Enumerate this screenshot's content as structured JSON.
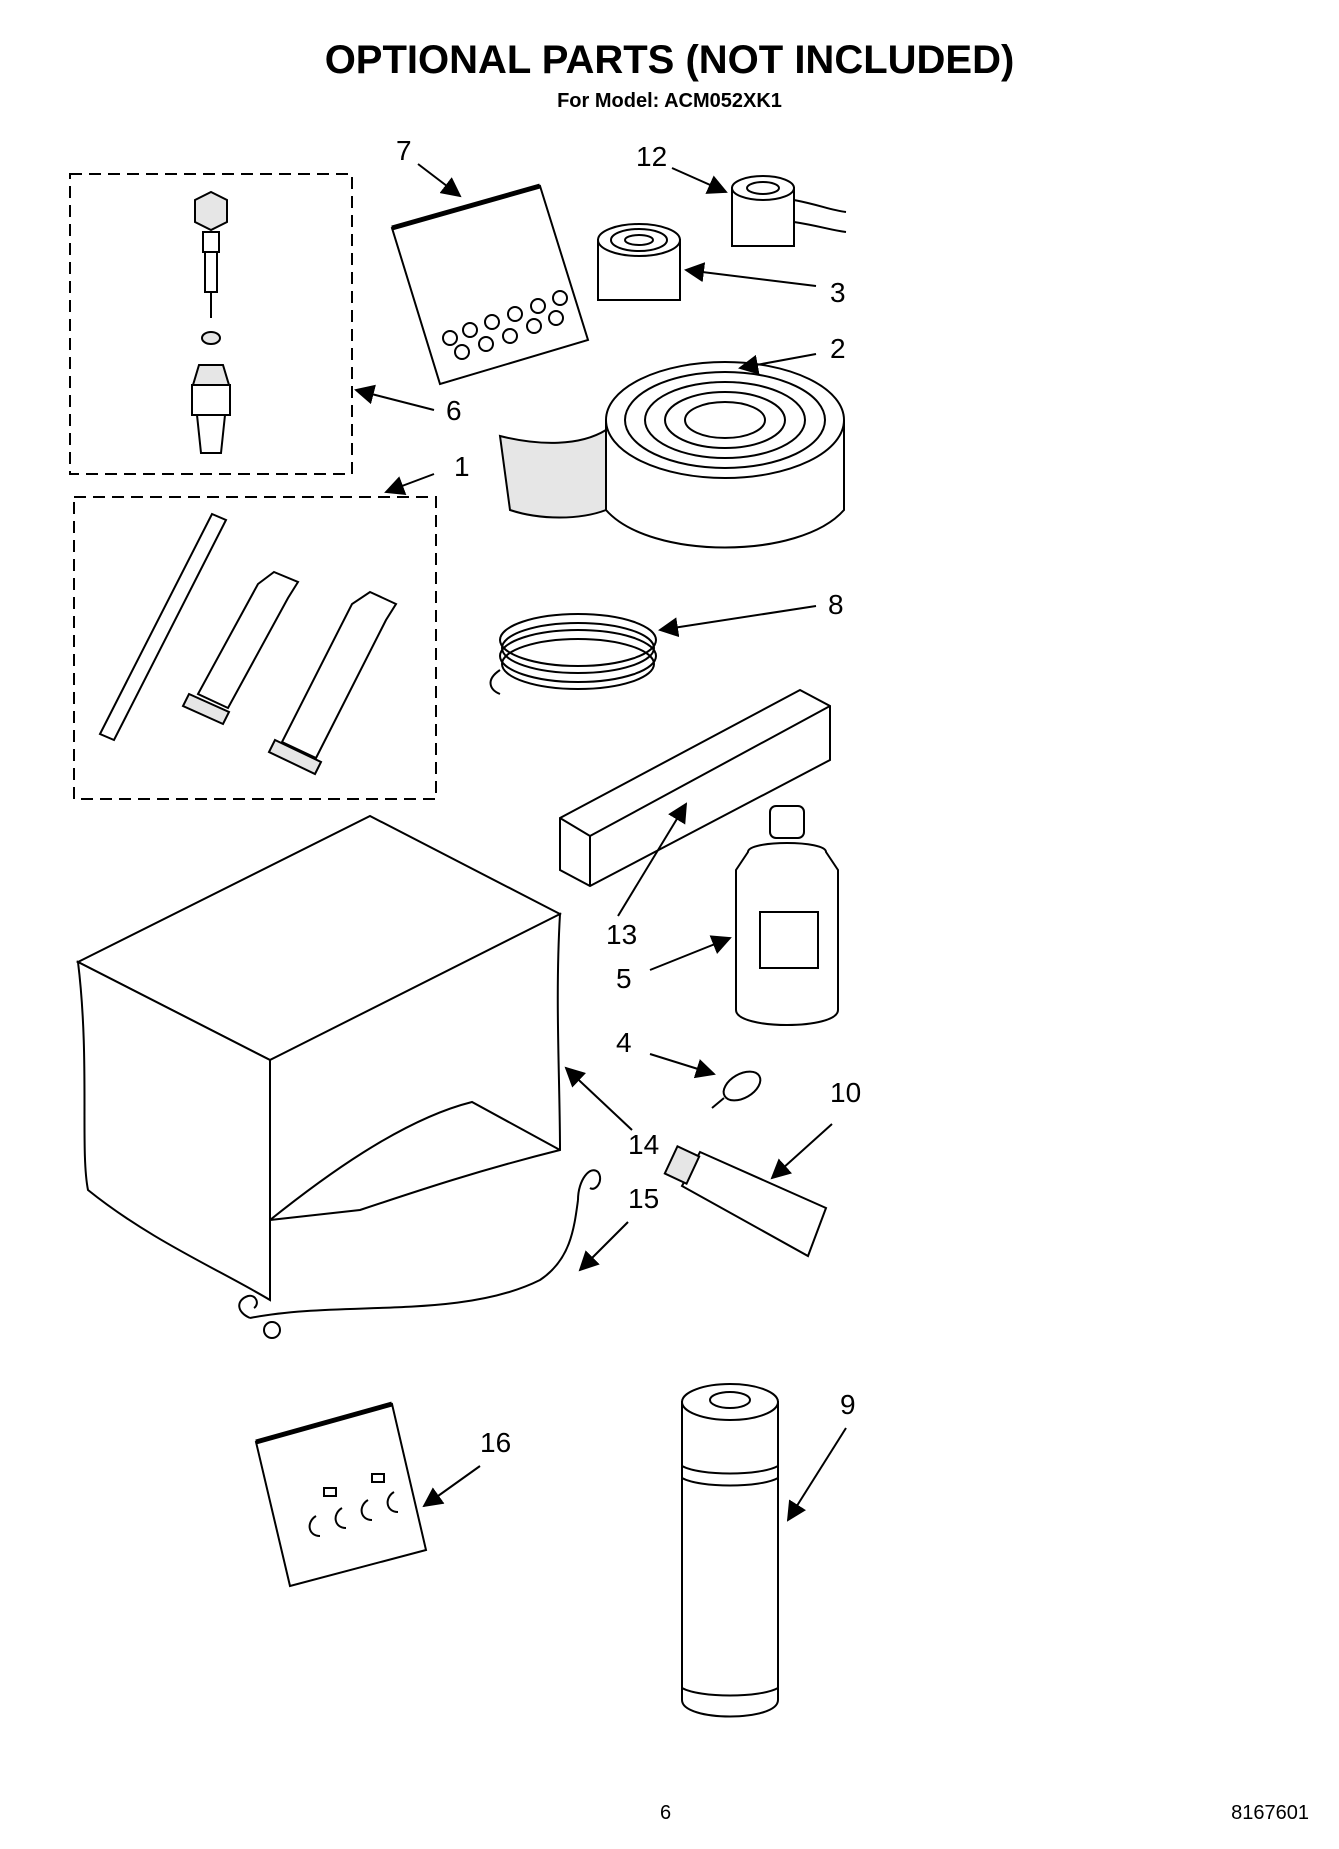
{
  "header": {
    "title": "OPTIONAL PARTS (NOT INCLUDED)",
    "model_line": "For Model: ACM052XK1"
  },
  "callouts": [
    "1",
    "2",
    "3",
    "4",
    "5",
    "6",
    "7",
    "8",
    "9",
    "10",
    "12",
    "13",
    "14",
    "15",
    "16"
  ],
  "footer": {
    "page_number": "6",
    "doc_number": "8167601"
  },
  "colors": {
    "ink": "#000000",
    "paper": "#ffffff",
    "shade": "#e6e6e6"
  }
}
